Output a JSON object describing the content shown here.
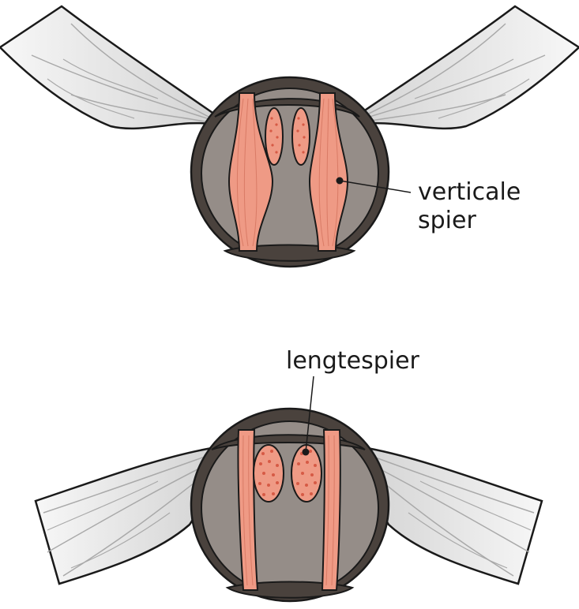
{
  "labels": {
    "vertical_muscle_line1": "verticale",
    "vertical_muscle_line2": "spier",
    "longitudinal_muscle": "lengtespier"
  },
  "colors": {
    "body_fill": "#958d88",
    "body_outline": "#4a423d",
    "muscle_fill": "#ef9a85",
    "muscle_stripe": "#d97b66",
    "spot": "#d65a45",
    "wing_fill": "#e6e6e6",
    "wing_vein": "#a9a9a9",
    "outline": "#1a1a1a"
  },
  "icons": {
    "top_diagram": "thorax-cross-section-wings-up",
    "bottom_diagram": "thorax-cross-section-wings-down"
  }
}
